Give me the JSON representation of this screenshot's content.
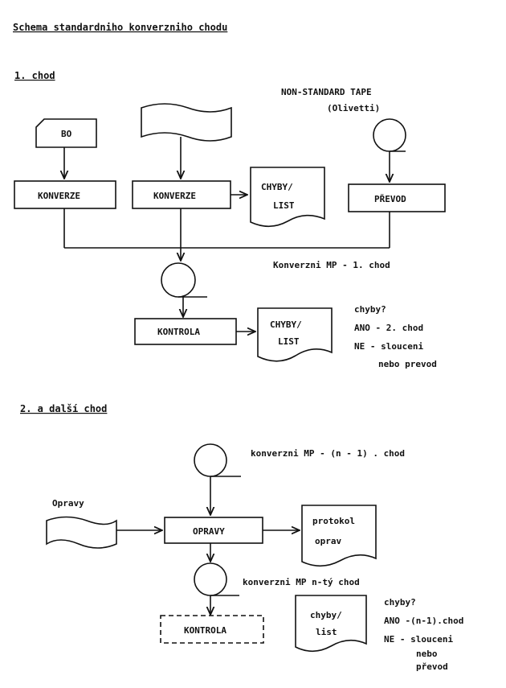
{
  "title": "Schema standardniho konverzniho chodu",
  "section1": {
    "heading": "1. chod",
    "bo_label": "BO",
    "konverze_left": "KONVERZE",
    "konverze_mid": "KONVERZE",
    "chyby_list_1_line1": "CHYBY/",
    "chyby_list_1_line2": "LIST",
    "tape_line1": "NON-STANDARD TAPE",
    "tape_line2": "(Olivetti)",
    "prevod": "PŘEVOD",
    "mp_label": "Konverzni MP - 1. chod",
    "kontrola": "KONTROLA",
    "chyby_list_2_line1": "CHYBY/",
    "chyby_list_2_line2": "LIST",
    "decision_q": "chyby?",
    "decision_ano": "ANO - 2. chod",
    "decision_ne": "NE  - slouceni",
    "decision_ne2": "nebo prevod"
  },
  "section2": {
    "heading": "2. a další chod",
    "mp_label_top": "konverzni MP - (n - 1) . chod",
    "opravy_input": "Opravy",
    "opravy_box": "OPRAVY",
    "protokol_line1": "protokol",
    "protokol_line2": "oprav",
    "mp_label_bottom": "konverzni MP n-tý chod",
    "chyby_list_line1": "chyby/",
    "chyby_list_line2": "list",
    "kontrola": "KONTROLA",
    "decision_q": "chyby?",
    "decision_ano": "ANO -(n-1).chod",
    "decision_ne": "NE  - slouceni",
    "decision_ne2": "nebo",
    "decision_ne3": "převod"
  }
}
